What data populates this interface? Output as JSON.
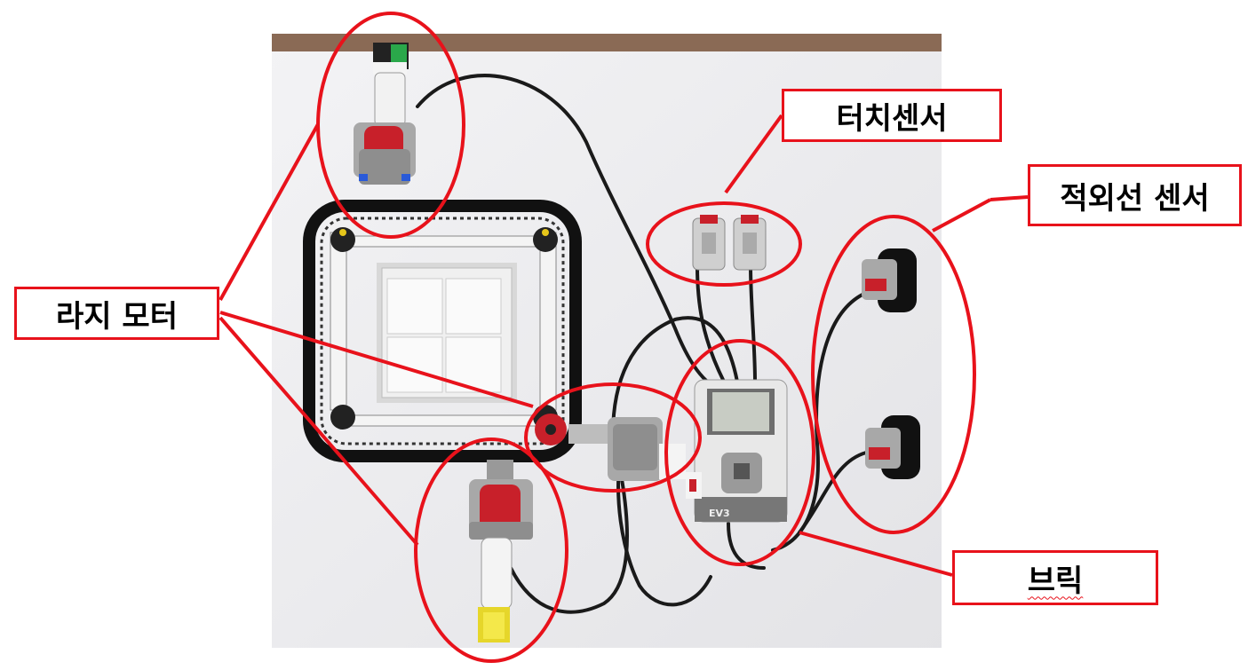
{
  "labels": {
    "touch_sensor": "터치센서",
    "ir_sensor": "적외선 센서",
    "large_motor": "라지 모터",
    "brick": "브릭",
    "brick_screen": "EV3"
  },
  "colors": {
    "annotation_red": "#e8121b",
    "board_white": "#f2f2f4",
    "table_brown": "#8a6a55",
    "lego_gray": "#a9a9a9",
    "lego_dark": "#2a2a2a",
    "lego_red": "#c8202a"
  }
}
